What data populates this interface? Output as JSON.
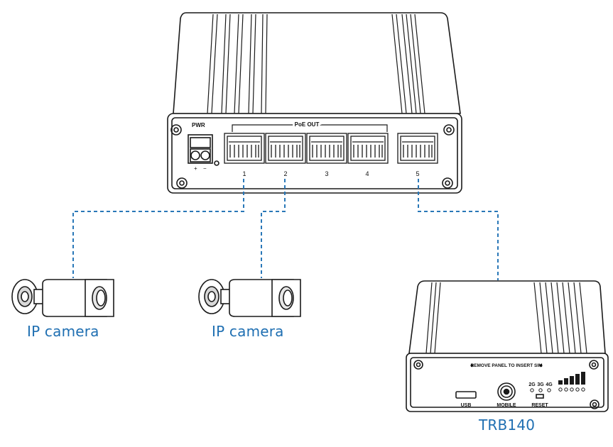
{
  "switch": {
    "pwr_label": "PWR",
    "poe_group_label": "PoE OUT",
    "terminal_plus": "+",
    "terminal_minus": "−",
    "ports": [
      "1",
      "2",
      "3",
      "4",
      "5"
    ]
  },
  "devices": {
    "camera_1_label": "IP camera",
    "camera_2_label": "IP camera",
    "router_label": "TRB140"
  },
  "router": {
    "sim_notice": "REMOVE PANEL TO INSERT SIM",
    "usb_label": "USB",
    "mobile_label": "MOBILE",
    "reset_label": "RESET",
    "net_2g": "2G",
    "net_3g": "3G",
    "net_4g": "4G"
  },
  "colors": {
    "link_line": "#2a78b8",
    "caption": "#1f6fb2",
    "outline": "#1a1a1a"
  }
}
